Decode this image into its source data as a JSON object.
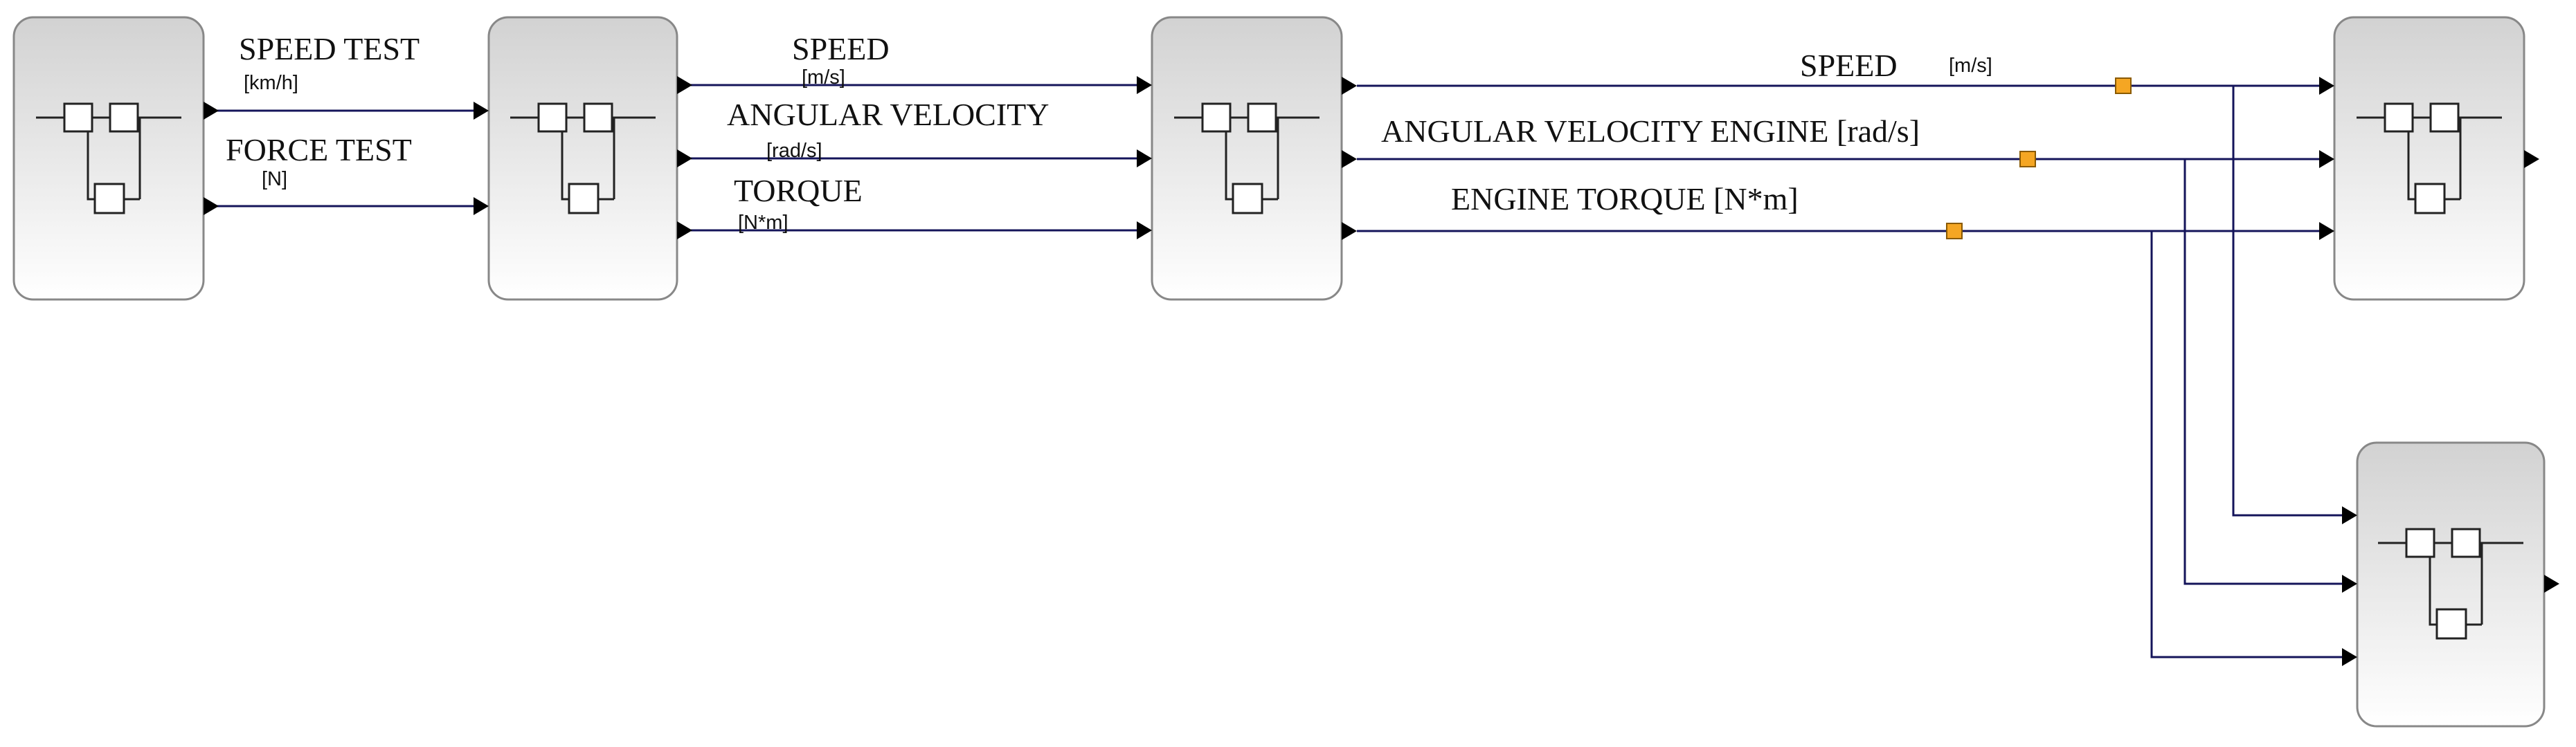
{
  "diagram": {
    "colors": {
      "wire": "#14145a",
      "split_marker": "#f5a623",
      "block_fill_top": "#d4d4d4",
      "block_fill_bottom": "#ffffff"
    },
    "blocks": [
      {
        "id": "block-1",
        "icon": "superblock-icon"
      },
      {
        "id": "block-2",
        "icon": "superblock-icon"
      },
      {
        "id": "block-3",
        "icon": "superblock-icon"
      },
      {
        "id": "block-4",
        "icon": "superblock-icon"
      },
      {
        "id": "block-5",
        "icon": "superblock-icon"
      }
    ],
    "labels": {
      "speed_test": "SPEED TEST",
      "speed_test_unit": "[km/h]",
      "force_test": "FORCE TEST",
      "force_test_unit": "[N]",
      "speed": "SPEED",
      "speed_unit": "[m/s]",
      "angular_velocity": "ANGULAR VELOCITY",
      "angular_velocity_unit": "[rad/s]",
      "torque": "TORQUE",
      "torque_unit": "[N*m]",
      "speed_out": "SPEED",
      "speed_out_unit": "[m/s]",
      "angular_velocity_engine": "ANGULAR VELOCITY ENGINE [rad/s]",
      "engine_torque": "ENGINE TORQUE [N*m]"
    }
  }
}
